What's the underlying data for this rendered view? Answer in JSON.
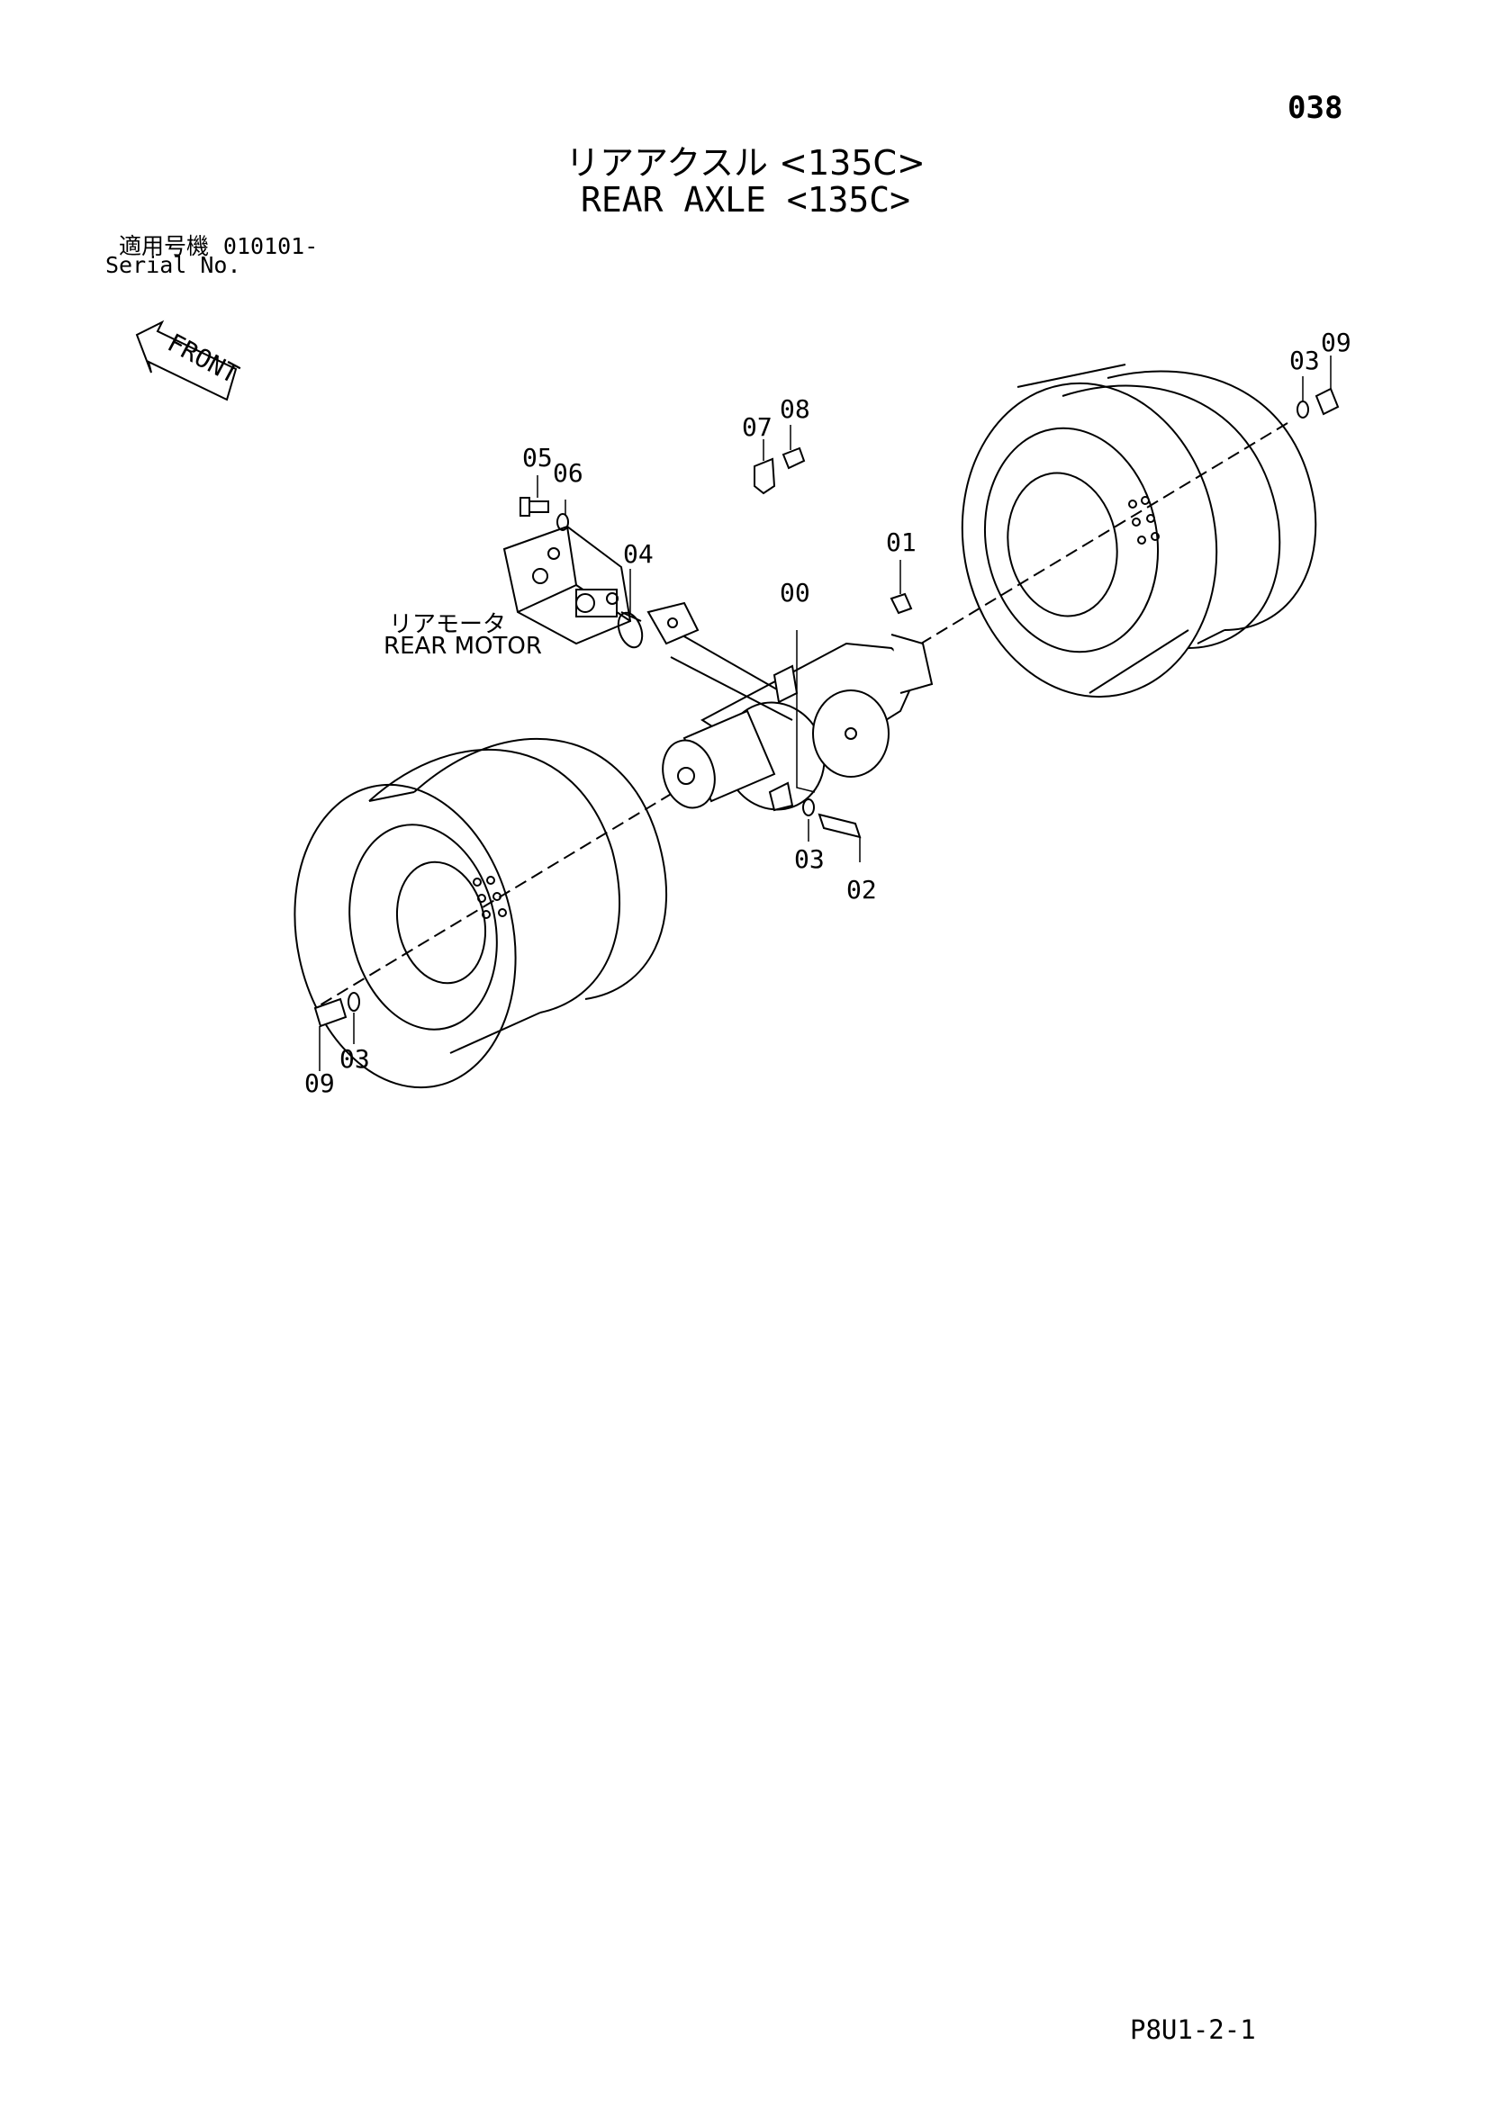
{
  "page_number": "038",
  "title": {
    "japanese": "リアアクスル <135C>",
    "english": "REAR AXLE <135C>"
  },
  "serial": {
    "label_jp": "適用号機",
    "value": "010101-",
    "label_en": "Serial No."
  },
  "direction_label": "FRONT",
  "component_label": {
    "japanese": "リアモータ",
    "english": "REAR MOTOR"
  },
  "callouts": [
    "00",
    "01",
    "02",
    "03",
    "04",
    "05",
    "06",
    "07",
    "08",
    "09"
  ],
  "drawing_code": "P8U1-2-1",
  "line_color": "#000000"
}
